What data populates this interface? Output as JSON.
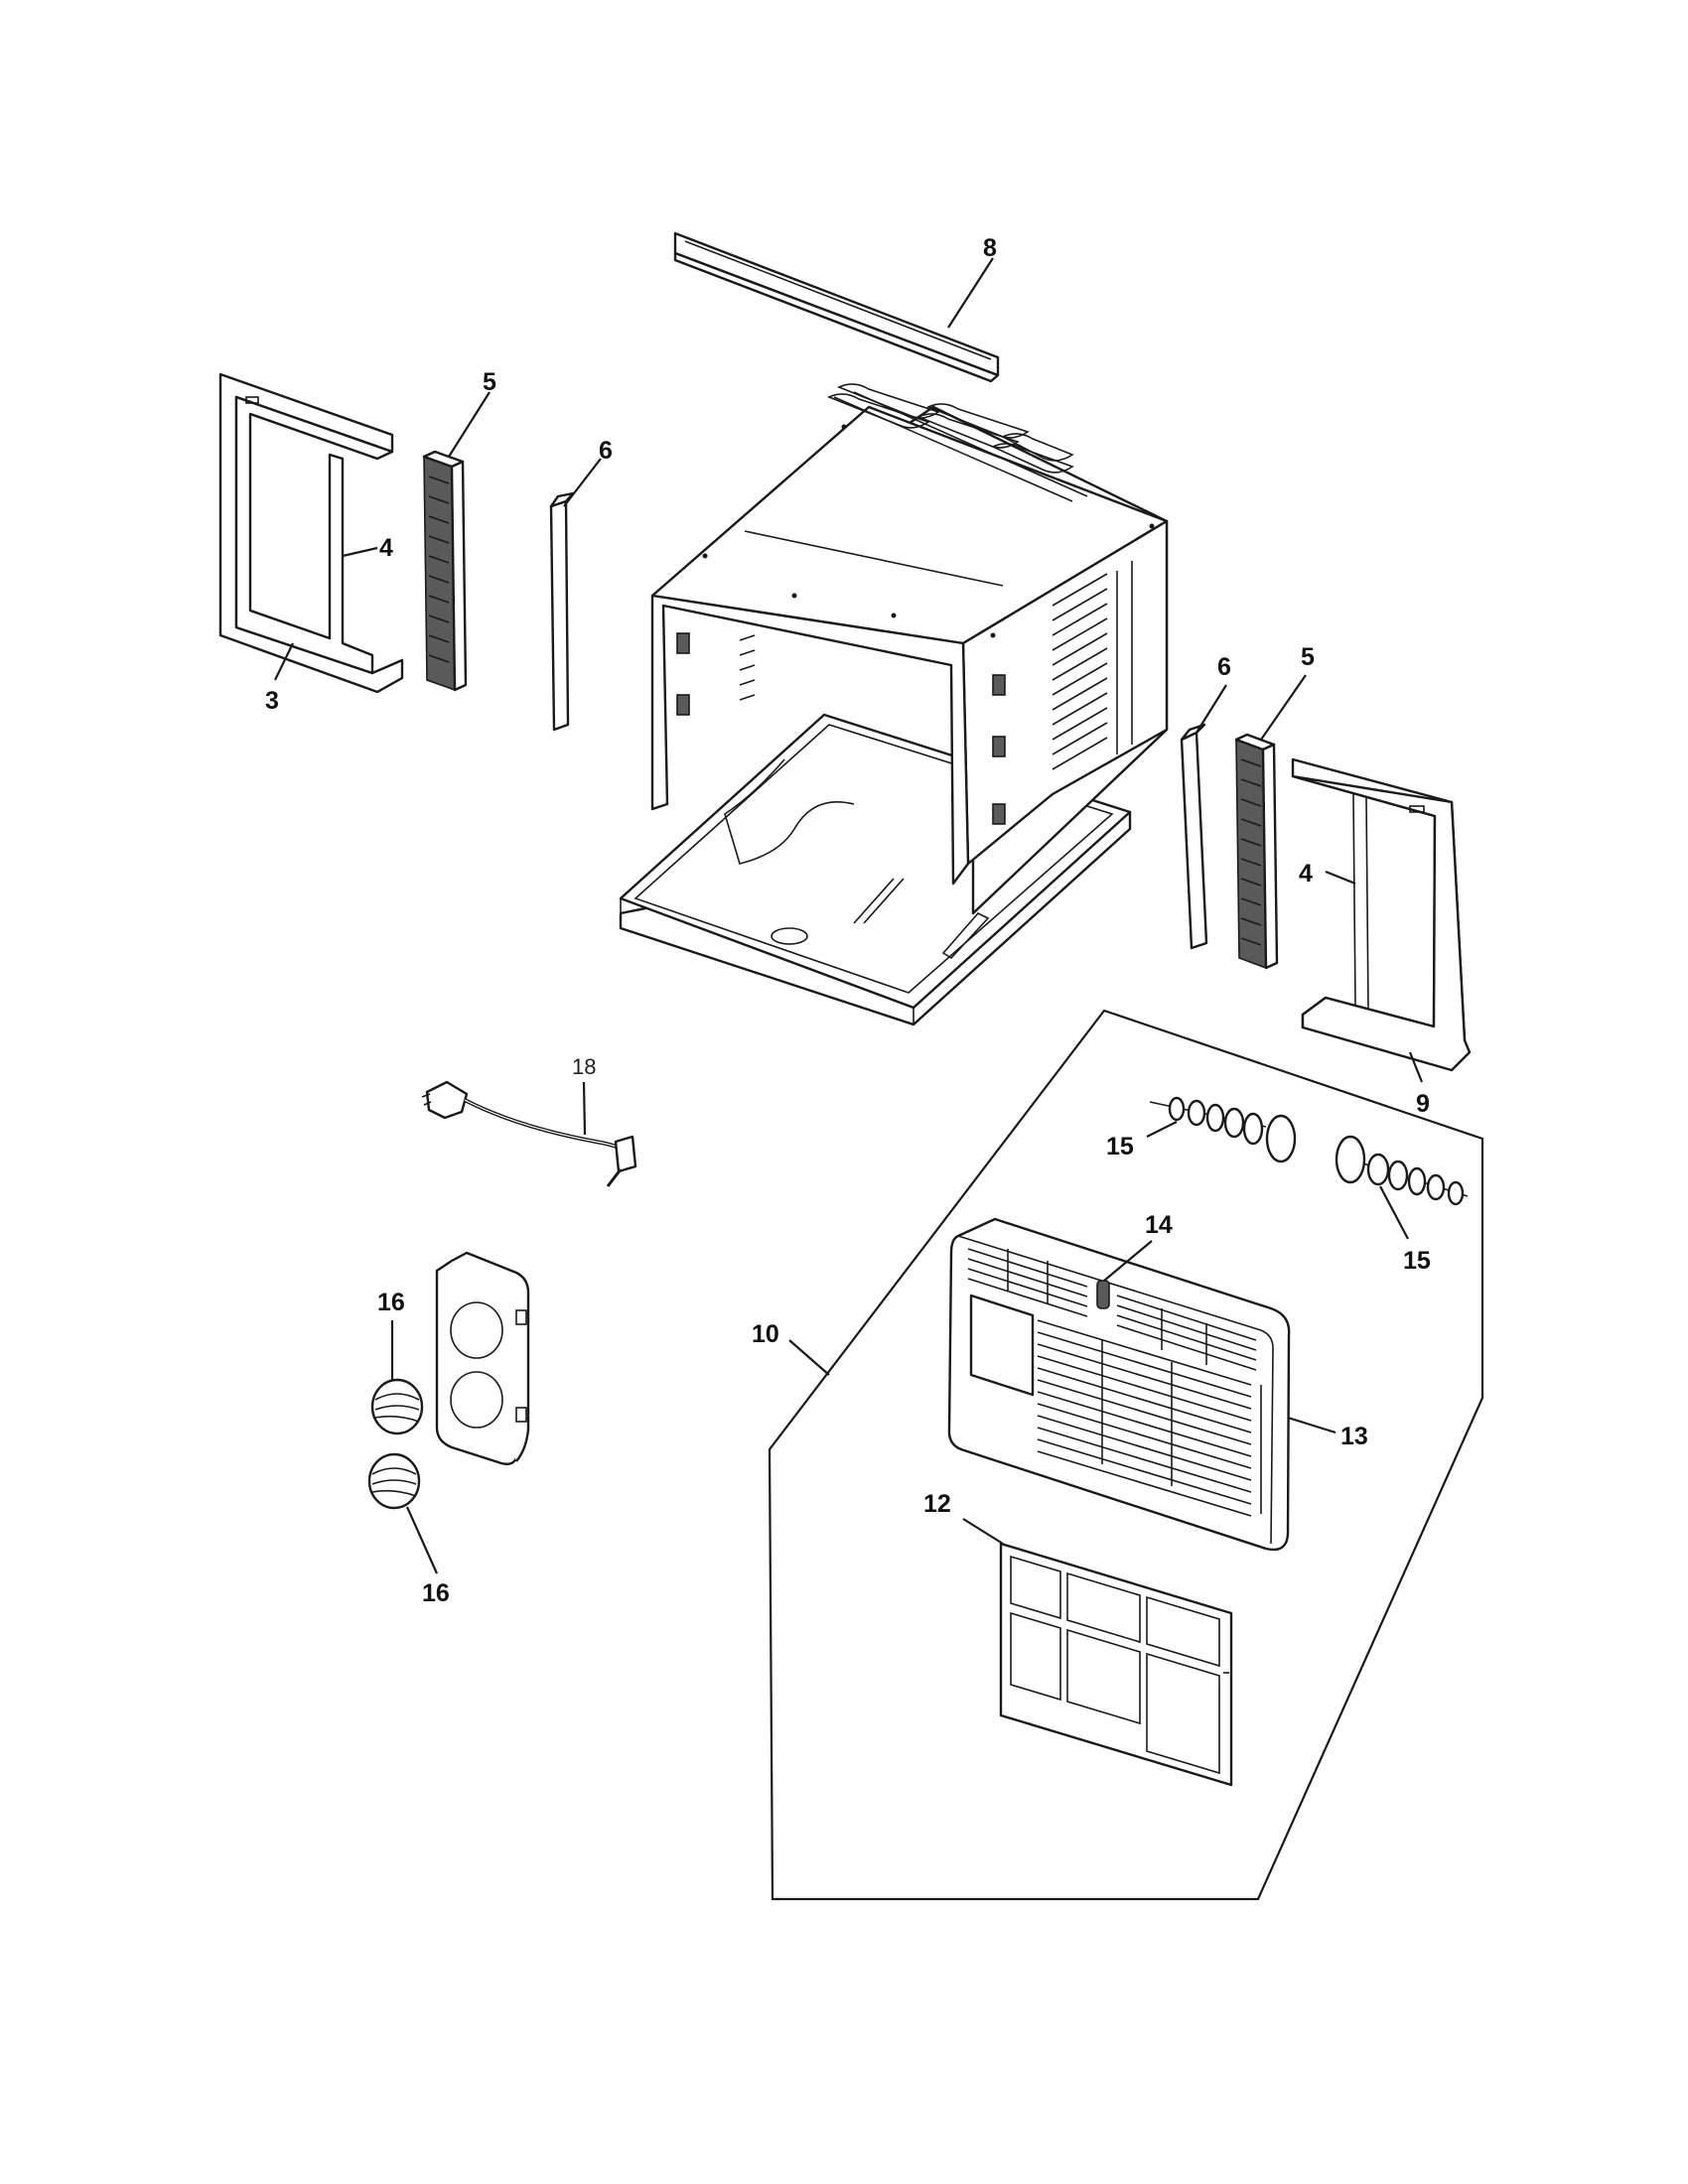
{
  "callouts": {
    "c3": "3",
    "c4_left": "4",
    "c5_left": "5",
    "c6_left": "6",
    "c8": "8",
    "c6_right": "6",
    "c5_right": "5",
    "c4_right": "4",
    "c9": "9",
    "c18": "18",
    "c15_a": "15",
    "c15_b": "15",
    "c14": "14",
    "c10": "10",
    "c13": "13",
    "c12": "12",
    "c16_a": "16",
    "c16_b": "16"
  },
  "parts": [
    {
      "id": "3",
      "icon": "side-curtain-frame-left"
    },
    {
      "id": "4",
      "icon": "curtain-panel"
    },
    {
      "id": "5",
      "icon": "foam-seal"
    },
    {
      "id": "6",
      "icon": "gasket-strip"
    },
    {
      "id": "8",
      "icon": "top-rail-channel"
    },
    {
      "id": "9",
      "icon": "side-curtain-frame-right"
    },
    {
      "id": "10",
      "icon": "front-grille-assembly"
    },
    {
      "id": "12",
      "icon": "air-filter"
    },
    {
      "id": "13",
      "icon": "front-grille"
    },
    {
      "id": "14",
      "icon": "louver-knob"
    },
    {
      "id": "15",
      "icon": "louver-shaft"
    },
    {
      "id": "16",
      "icon": "control-knob"
    },
    {
      "id": "18",
      "icon": "power-cord"
    }
  ]
}
